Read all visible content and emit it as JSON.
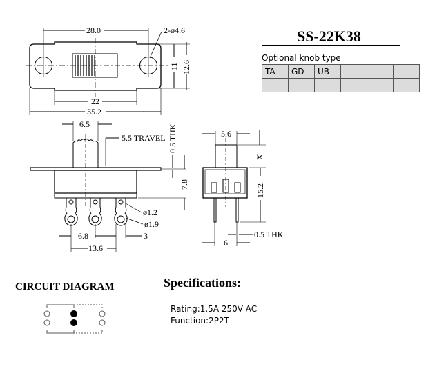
{
  "part_number": "SS-22K38",
  "knob_options": {
    "label": "Optional knob type",
    "types": [
      "TA",
      "GD",
      "UB",
      "",
      "",
      ""
    ]
  },
  "dimensions": {
    "top_view": {
      "hole_pitch": "28.0",
      "holes": "2-ø4.6",
      "inner_height": "11",
      "outer_height": "12.6",
      "inner_width": "22",
      "overall_width": "35.2"
    },
    "side_view": {
      "knob_width": "6.5",
      "travel": "5.5 TRAVEL",
      "plate_thickness": "0.5 THK",
      "body_height": "7.8",
      "small_hole": "ø1.2",
      "large_hole": "ø1.9",
      "pin_pitch": "6.8",
      "tab_width": "3",
      "outer_pitch": "13.6"
    },
    "end_view": {
      "knob_width": "5.6",
      "knob_height": "X",
      "height": "15.2",
      "pin_thickness": "0.5 THK",
      "pin_spacing": "6"
    }
  },
  "circuit": {
    "title": "CIRCUIT DIAGRAM"
  },
  "specifications": {
    "title": "Specifications:",
    "rating": "Rating:1.5A 250V AC",
    "function": "Function:2P2T"
  }
}
